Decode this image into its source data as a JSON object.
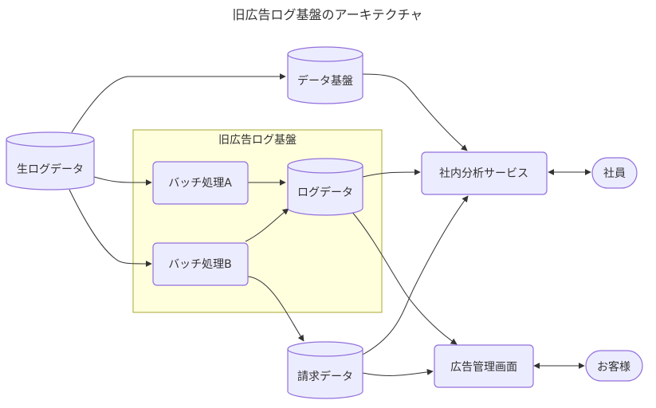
{
  "title": "旧広告ログ基盤のアーキテクチャ",
  "colors": {
    "node_fill": "#ececff",
    "node_stroke": "#9370db",
    "cluster_fill": "#ffffde",
    "cluster_stroke": "#aaaa33",
    "edge": "#333333",
    "text": "#333333"
  },
  "cluster": {
    "id": "legacy",
    "label": "旧広告ログ基盤"
  },
  "nodes": {
    "raw_log": {
      "label": "生ログデータ",
      "shape": "cylinder"
    },
    "data_platform": {
      "label": "データ基盤",
      "shape": "cylinder"
    },
    "batch_a": {
      "label": "バッチ処理A",
      "shape": "rounded-rect"
    },
    "batch_b": {
      "label": "バッチ処理B",
      "shape": "rounded-rect"
    },
    "log_data": {
      "label": "ログデータ",
      "shape": "cylinder"
    },
    "billing_data": {
      "label": "請求データ",
      "shape": "cylinder"
    },
    "analytics_service": {
      "label": "社内分析サービス",
      "shape": "rounded-rect"
    },
    "ad_console": {
      "label": "広告管理画面",
      "shape": "rounded-rect"
    },
    "employee": {
      "label": "社員",
      "shape": "stadium"
    },
    "customer": {
      "label": "お客様",
      "shape": "stadium"
    }
  },
  "edges": [
    {
      "from": "raw_log",
      "to": "data_platform",
      "direction": "forward"
    },
    {
      "from": "raw_log",
      "to": "batch_a",
      "direction": "forward"
    },
    {
      "from": "raw_log",
      "to": "batch_b",
      "direction": "forward"
    },
    {
      "from": "batch_a",
      "to": "log_data",
      "direction": "forward"
    },
    {
      "from": "batch_b",
      "to": "log_data",
      "direction": "forward"
    },
    {
      "from": "batch_b",
      "to": "billing_data",
      "direction": "forward"
    },
    {
      "from": "data_platform",
      "to": "analytics_service",
      "direction": "forward"
    },
    {
      "from": "log_data",
      "to": "analytics_service",
      "direction": "forward"
    },
    {
      "from": "log_data",
      "to": "ad_console",
      "direction": "forward"
    },
    {
      "from": "billing_data",
      "to": "analytics_service",
      "direction": "forward"
    },
    {
      "from": "billing_data",
      "to": "ad_console",
      "direction": "forward"
    },
    {
      "from": "analytics_service",
      "to": "employee",
      "direction": "both"
    },
    {
      "from": "ad_console",
      "to": "customer",
      "direction": "both"
    }
  ]
}
